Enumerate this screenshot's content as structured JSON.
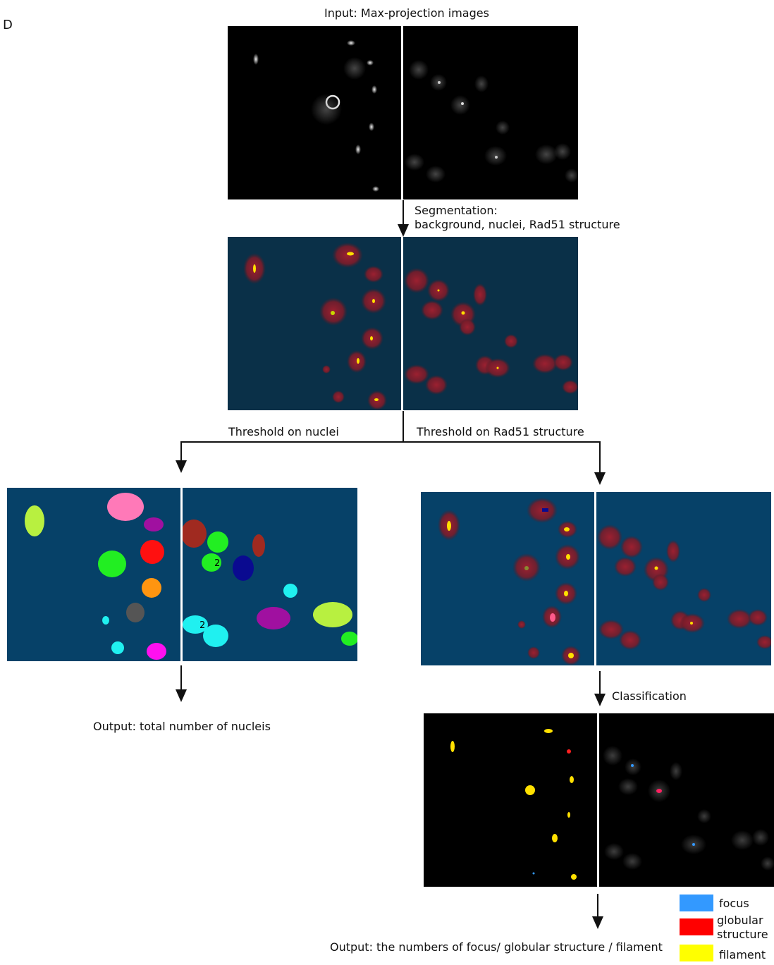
{
  "panel_letter": "D",
  "steps": {
    "input_label": "Input: Max-projection images",
    "segmentation_label_line1": "Segmentation:",
    "segmentation_label_line2": "background, nuclei, Rad51 structure",
    "threshold_nuclei_label": "Threshold on nuclei",
    "threshold_rad51_label": "Threshold on Rad51 structure",
    "classification_label": "Classification",
    "output_nuclei_label": "Output: total number of nucleis",
    "output_structures_label": "Output: the numbers of focus/ globular structure / filament"
  },
  "nuclei_overlay_numbers": [
    "2",
    "2"
  ],
  "legend": [
    {
      "label": "focus",
      "color": "#3399ff"
    },
    {
      "label_line1": "globular",
      "label_line2": "structure",
      "color": "#ff0000"
    },
    {
      "label": "filament",
      "color": "#ffff00"
    }
  ],
  "colors": {
    "raw_background": "#000000",
    "segmentation_background": "#0a3048",
    "nuclei_background": "#064168",
    "rad51_background": "#064168",
    "nucleus_red": "#8a1d2a",
    "structure_yellow": "#ffe000"
  }
}
